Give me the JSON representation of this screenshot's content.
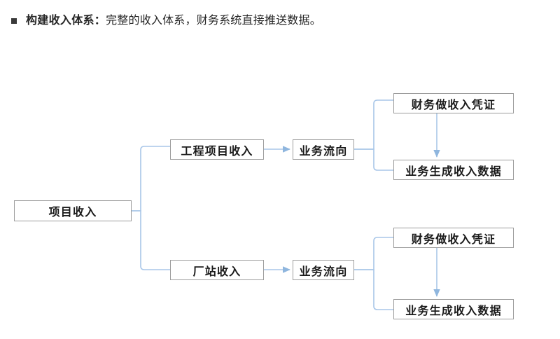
{
  "header": {
    "bullet_icon": "square-bullet-icon",
    "title": "构建收入体系：",
    "description": "完整的收入体系，财务系统直接推送数据。"
  },
  "diagram": {
    "connector_color": "#a8c6e8",
    "node_border_color": "#9c9c9c",
    "node_text_color": "#1a1a1a",
    "nodes": {
      "root": "项目收入",
      "engineering": "工程项目收入",
      "station": "厂站收入",
      "flow_top": "业务流向",
      "flow_bottom": "业务流向",
      "voucher_top": "财务做收入凭证",
      "data_top": "业务生成收入数据",
      "voucher_bottom": "财务做收入凭证",
      "data_bottom": "业务生成收入数据"
    }
  }
}
